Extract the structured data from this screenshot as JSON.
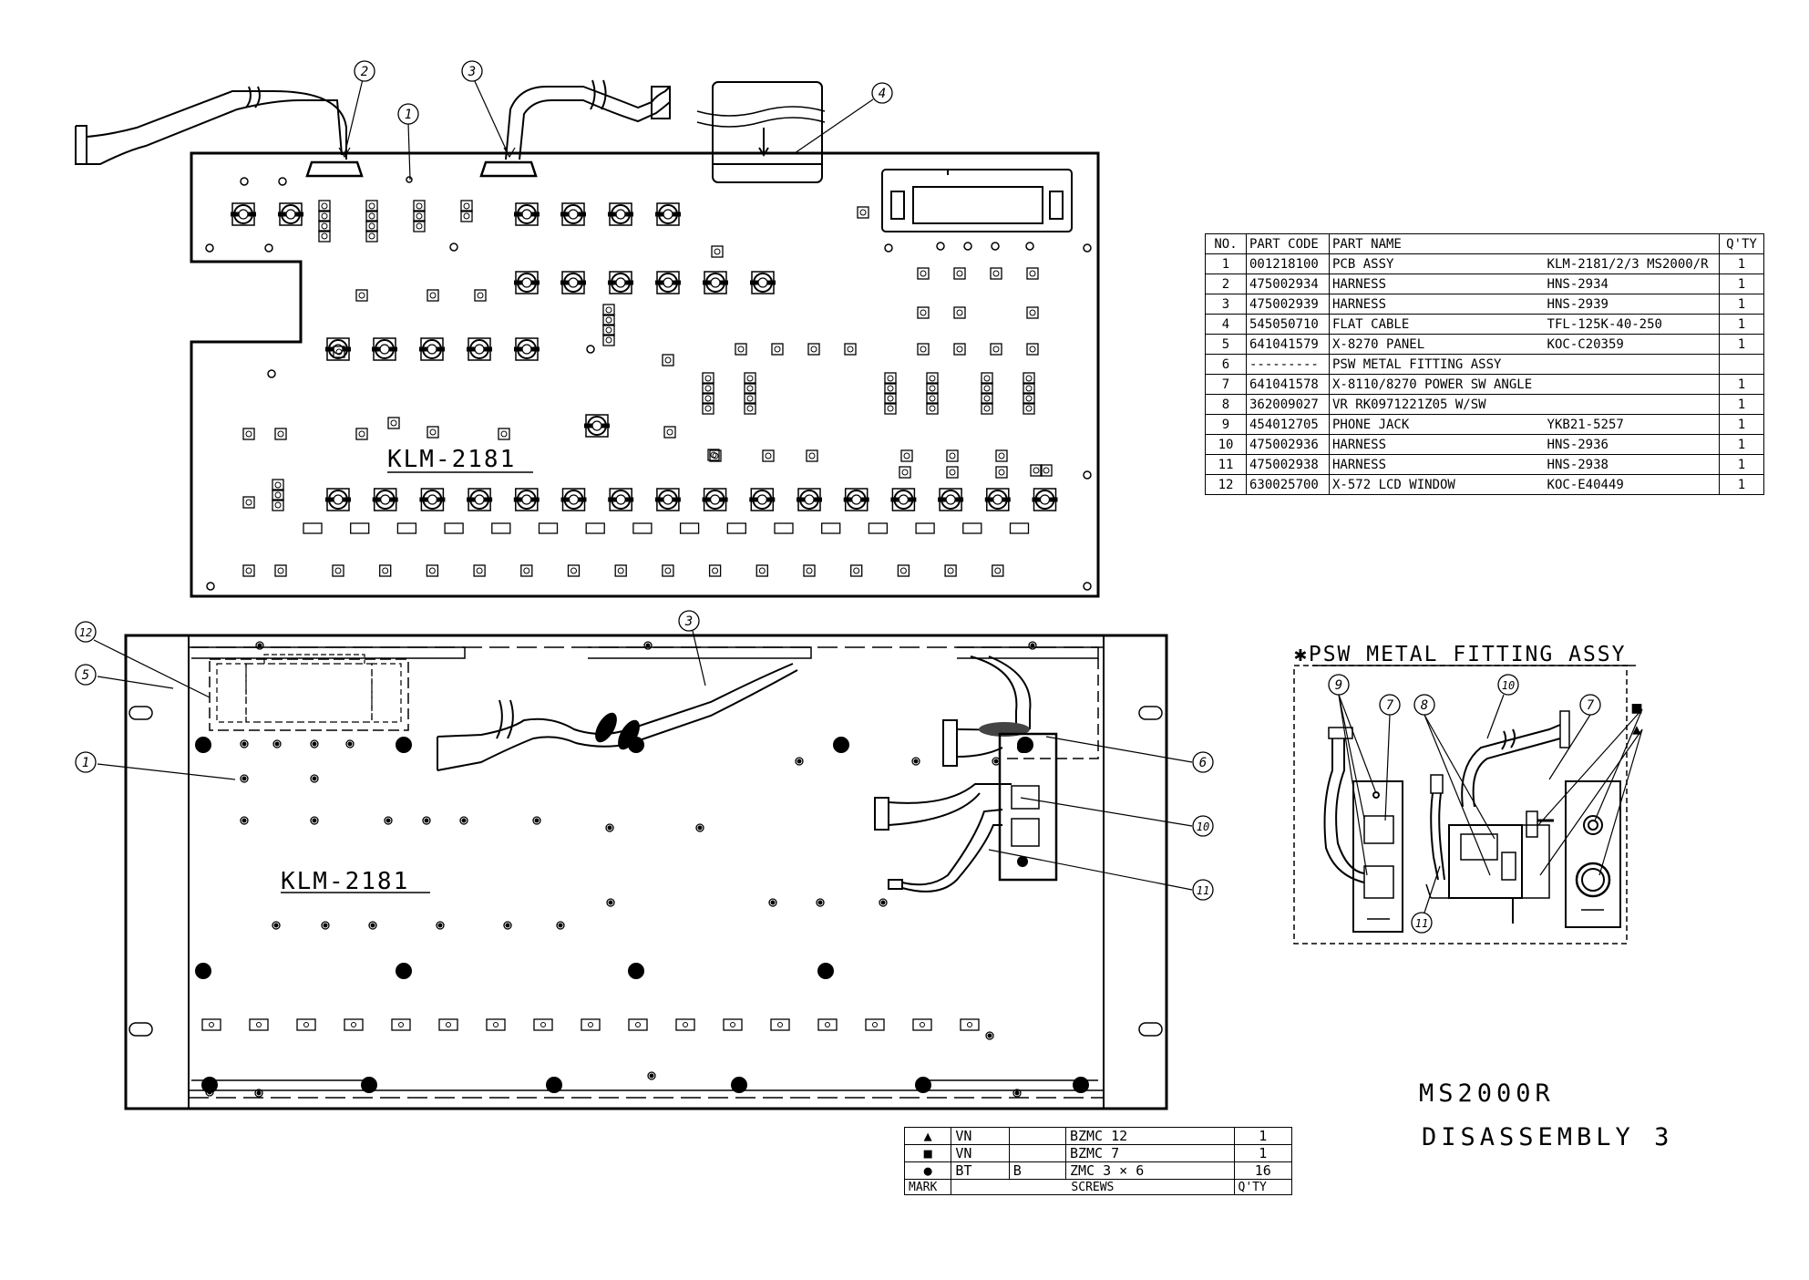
{
  "board_labels": {
    "top": "KLM-2181",
    "bottom": "KLM-2181"
  },
  "callouts_top": [
    "1",
    "2",
    "3",
    "4"
  ],
  "callouts_bottom": [
    "12",
    "5",
    "1",
    "3",
    "6",
    "10",
    "11"
  ],
  "assy": {
    "title": "✱PSW METAL FITTING ASSY",
    "callouts": [
      "9",
      "7",
      "8",
      "10",
      "7",
      "11"
    ],
    "marks": [
      "■",
      "▲"
    ]
  },
  "parts_table": {
    "headers": [
      "NO.",
      "PART CODE",
      "PART NAME",
      "Q'TY"
    ],
    "rows": [
      {
        "no": "1",
        "code": "001218100",
        "name": "PCB ASSY",
        "spec": "KLM-2181/2/3 MS2000/R",
        "qty": "1"
      },
      {
        "no": "2",
        "code": "475002934",
        "name": "HARNESS",
        "spec": "HNS-2934",
        "qty": "1"
      },
      {
        "no": "3",
        "code": "475002939",
        "name": "HARNESS",
        "spec": "HNS-2939",
        "qty": "1"
      },
      {
        "no": "4",
        "code": "545050710",
        "name": "FLAT CABLE",
        "spec": "TFL-125K-40-250",
        "qty": "1"
      },
      {
        "no": "5",
        "code": "641041579",
        "name": "X-8270 PANEL",
        "spec": "KOC-C20359",
        "qty": "1"
      },
      {
        "no": "6",
        "code": "---------",
        "name": "PSW METAL FITTING ASSY",
        "spec": "",
        "qty": ""
      },
      {
        "no": "7",
        "code": "641041578",
        "name": "X-8110/8270 POWER SW ANGLE",
        "spec": "",
        "qty": "1"
      },
      {
        "no": "8",
        "code": "362009027",
        "name": "VR RK0971221Z05 W/SW",
        "spec": "",
        "qty": "1"
      },
      {
        "no": "9",
        "code": "454012705",
        "name": "PHONE JACK",
        "spec": "YKB21-5257",
        "qty": "1"
      },
      {
        "no": "10",
        "code": "475002936",
        "name": "HARNESS",
        "spec": "HNS-2936",
        "qty": "1"
      },
      {
        "no": "11",
        "code": "475002938",
        "name": "HARNESS",
        "spec": "HNS-2938",
        "qty": "1"
      },
      {
        "no": "12",
        "code": "630025700",
        "name": "X-572 LCD WINDOW",
        "spec": "KOC-E40449",
        "qty": "1"
      }
    ]
  },
  "screws_table": {
    "rows": [
      {
        "mark": "▲",
        "type": "VN",
        "sub": "",
        "size": "BZMC  12",
        "qty": "1"
      },
      {
        "mark": "■",
        "type": "VN",
        "sub": "",
        "size": "BZMC  7",
        "qty": "1"
      },
      {
        "mark": "●",
        "type": "BT",
        "sub": "B",
        "size": "ZMC 3 × 6",
        "qty": "16"
      }
    ],
    "footer": {
      "mark": "MARK",
      "screws": "SCREWS",
      "qty": "Q'TY"
    }
  },
  "title": {
    "model": "MS2000R",
    "sheet": "DISASSEMBLY 3"
  }
}
